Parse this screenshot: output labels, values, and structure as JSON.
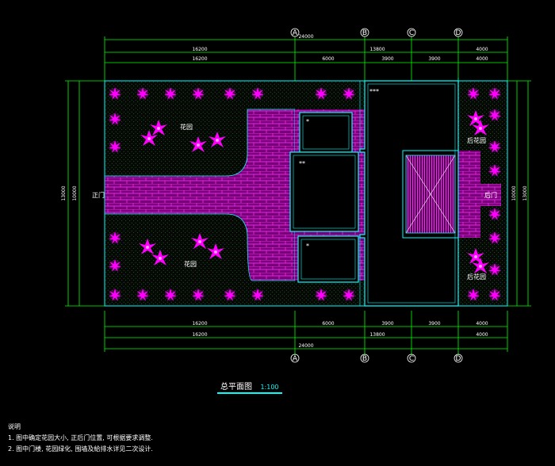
{
  "colors": {
    "background": "#000000",
    "dimension_line": "#00ff00",
    "wall": "#00ffff",
    "paving": "#ff00ff",
    "plant": "#ff00ff",
    "text": "#ffffff",
    "title_underline": "#00ffff"
  },
  "grid_axes": {
    "top": [
      "A",
      "B",
      "C",
      "D"
    ],
    "bottom": [
      "A",
      "B",
      "C",
      "D"
    ]
  },
  "dimensions": {
    "top_overall": "24000",
    "top_row2": [
      "16200",
      "13800",
      "4000"
    ],
    "top_row3": [
      "16200",
      "6000",
      "3900",
      "3900",
      "4000"
    ],
    "bottom_row1": [
      "16200",
      "6000",
      "3900",
      "3900",
      "4000"
    ],
    "bottom_row2": [
      "16200",
      "13800",
      "4000"
    ],
    "bottom_overall": "24000",
    "left_outer": "13000",
    "left_inner": "10000",
    "right_inner": "10000",
    "right_outer": "13000"
  },
  "labels": {
    "garden_top": "花园",
    "garden_bottom": "花园",
    "front_gate": "正门",
    "back_gate": "后门",
    "rear_garden_top": "后花园",
    "rear_garden_bottom": "后花园",
    "marker_1": "***",
    "marker_2": "*",
    "marker_3": "**",
    "marker_4": "*"
  },
  "title": {
    "text": "总平面图",
    "scale": "1:100"
  },
  "notes": {
    "heading": "说明",
    "items": [
      "1. 图中确定花园大小, 正后门位置, 可根据要求调整.",
      "2. 图中门楼, 花园绿化, 围墙及給排水详见二次设计."
    ]
  }
}
